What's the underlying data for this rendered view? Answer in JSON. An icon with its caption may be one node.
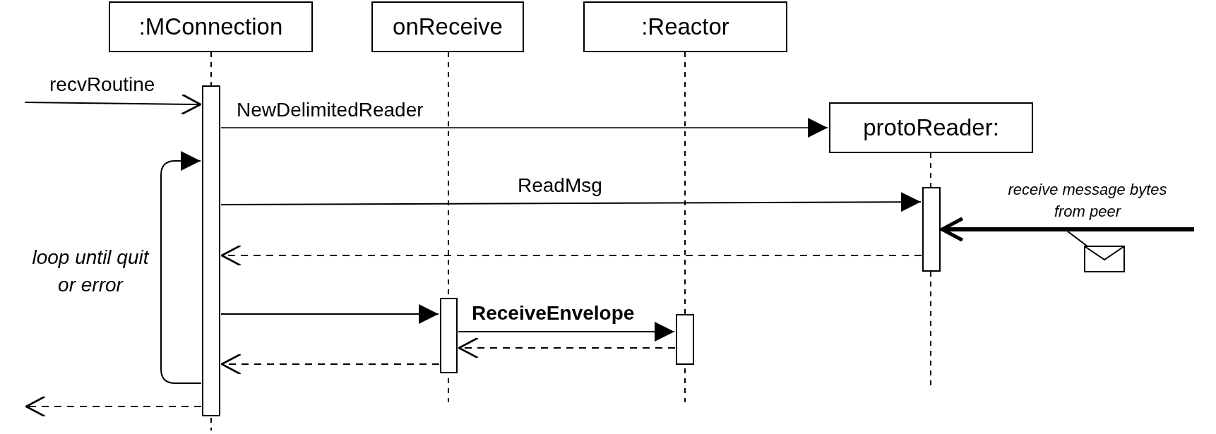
{
  "diagram": {
    "nodes": [
      {
        "text": [
          ":MConnection"
        ]
      },
      {
        "text": [
          "onReceive"
        ]
      },
      {
        "text": [
          ":Reactor"
        ]
      },
      {
        "text": [
          "protoReader:"
        ]
      },
      {
        "text": [],
        "shape": "bar"
      },
      {
        "text": [],
        "shape": "bar"
      },
      {
        "text": [],
        "shape": "bar"
      },
      {
        "text": [],
        "shape": "bar"
      }
    ],
    "edges": [
      {
        "from": null,
        "to": 4,
        "arrow": "to",
        "label": "recvRoutine"
      },
      {
        "from": 4,
        "to": 3,
        "arrow": "to",
        "label": "NewDelimitedReader"
      },
      {
        "from": 4,
        "to": 4,
        "arrow": "to",
        "label": "loop until quit or error"
      },
      {
        "from": 4,
        "to": 7,
        "arrow": "to",
        "label": "ReadMsg"
      },
      {
        "from": null,
        "to": 7,
        "arrow": "to",
        "label": "receive message bytes from peer",
        "style": "thick"
      },
      {
        "from": 7,
        "to": 4,
        "arrow": "to",
        "style": "dashed"
      },
      {
        "from": 4,
        "to": 5,
        "arrow": "to"
      },
      {
        "from": 5,
        "to": 6,
        "arrow": "to",
        "label": "ReceiveEnvelope"
      },
      {
        "from": 6,
        "to": 5,
        "arrow": "to",
        "style": "dashed"
      },
      {
        "from": 5,
        "to": 4,
        "arrow": "to",
        "style": "dashed"
      },
      {
        "from": 4,
        "to": null,
        "arrow": "to",
        "style": "dashed"
      }
    ]
  }
}
